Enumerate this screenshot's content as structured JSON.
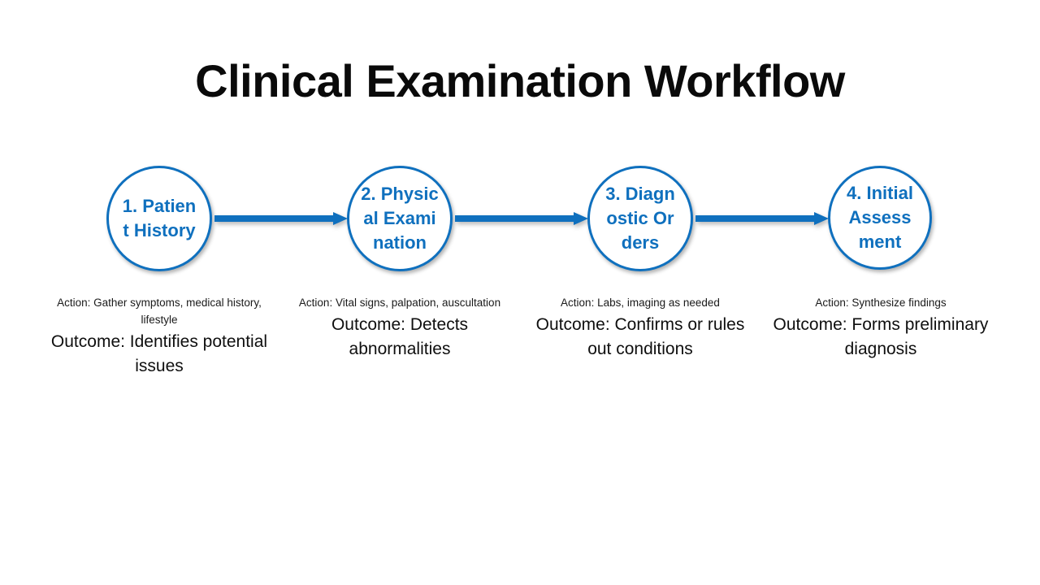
{
  "slide": {
    "title": "Clinical Examination Workflow",
    "background_color": "#ffffff",
    "accent_color": "#0f70be",
    "text_color": "#0a0a0a"
  },
  "flow": {
    "arrow_color": "#0f70be",
    "nodes": [
      {
        "label": "1. Patient History",
        "step_number": "1.",
        "name": "Patient History",
        "action": "Action: Gather symptoms, medical history, lifestyle",
        "outcome": "Outcome: Identifies potential issues"
      },
      {
        "label": "2. Physical Examination",
        "step_number": "2.",
        "name": "Physical Examination",
        "action": "Action: Vital signs, palpation, auscultation",
        "outcome": "Outcome: Detects abnormalities"
      },
      {
        "label": "3. Diagnostic Orders",
        "step_number": "3.",
        "name": "Diagnostic Orders",
        "action": "Action: Labs, imaging as needed",
        "outcome": "Outcome: Confirms or rules out conditions"
      },
      {
        "label": "4. Initial Assessment",
        "step_number": "4.",
        "name": "Initial Assessment",
        "action": "Action: Synthesize findings",
        "outcome": "Outcome: Forms preliminary diagnosis"
      }
    ],
    "connectors": [
      {
        "from": "1. Patient History",
        "to": "2. Physical Examination",
        "icon": "arrow-right-icon"
      },
      {
        "from": "2. Physical Examination",
        "to": "3. Diagnostic Orders",
        "icon": "arrow-right-icon"
      },
      {
        "from": "3. Diagnostic Orders",
        "to": "4. Initial Assessment",
        "icon": "arrow-right-icon"
      }
    ]
  }
}
